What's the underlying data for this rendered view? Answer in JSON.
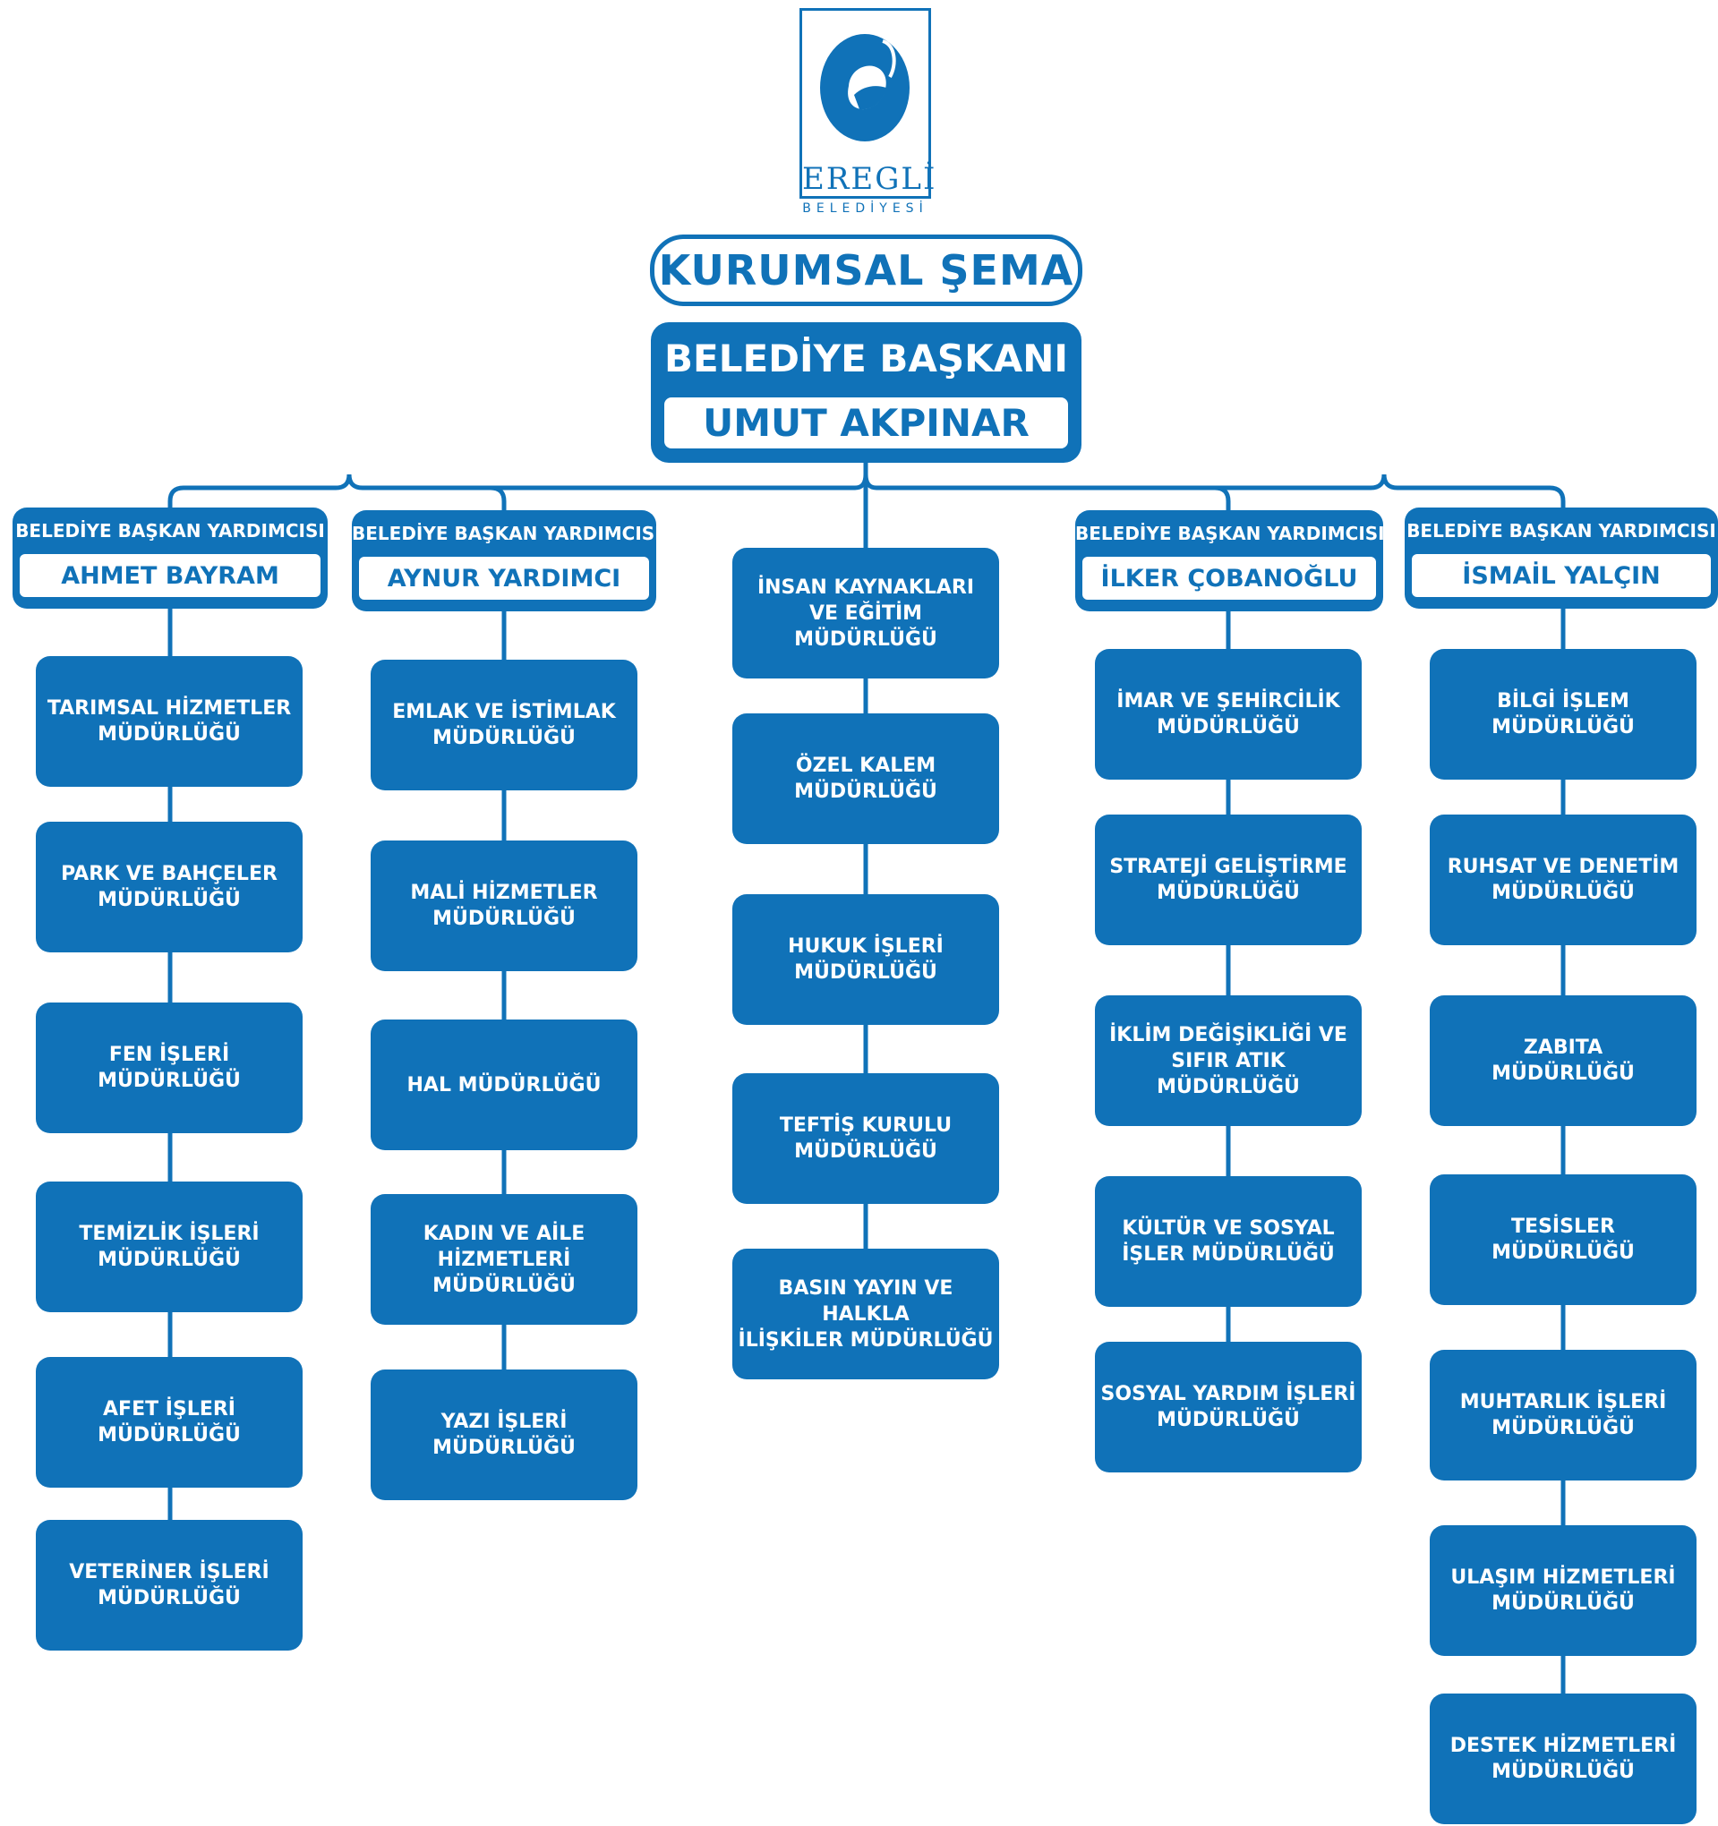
{
  "logo": {
    "wordmark": "EREGLİ",
    "subtitle": "BELEDİYESİ"
  },
  "title": "KURUMSAL ŞEMA",
  "mayor": {
    "role": "BELEDİYE BAŞKANI",
    "name": "UMUT AKPINAR"
  },
  "colors": {
    "primary": "#1072b8",
    "background": "#ffffff",
    "text_on_primary": "#ffffff"
  },
  "deputies": [
    {
      "role": "BELEDİYE BAŞKAN YARDIMCISI",
      "name": "AHMET BAYRAM"
    },
    {
      "role": "BELEDİYE BAŞKAN YARDIMCISI",
      "name": "AYNUR YARDIMCI"
    },
    {
      "role": "BELEDİYE BAŞKAN YARDIMCISI V.",
      "name": "İLKER ÇOBANOĞLU"
    },
    {
      "role": "BELEDİYE BAŞKAN YARDIMCISI",
      "name": "İSMAİL YALÇIN"
    }
  ],
  "columns": [
    {
      "departments": [
        "TARIMSAL HİZMETLER\nMÜDÜRLÜĞÜ",
        "PARK VE BAHÇELER\nMÜDÜRLÜĞÜ",
        "FEN İŞLERİ\nMÜDÜRLÜĞÜ",
        "TEMİZLİK İŞLERİ\nMÜDÜRLÜĞÜ",
        "AFET İŞLERİ\nMÜDÜRLÜĞÜ",
        "VETERİNER İŞLERİ\nMÜDÜRLÜĞÜ"
      ]
    },
    {
      "departments": [
        "EMLAK VE İSTİMLAK\nMÜDÜRLÜĞÜ",
        "MALİ HİZMETLER\nMÜDÜRLÜĞÜ",
        "HAL MÜDÜRLÜĞÜ",
        "KADIN VE AİLE HİZMETLERİ\nMÜDÜRLÜĞÜ",
        "YAZI İŞLERİ\nMÜDÜRLÜĞÜ"
      ]
    },
    {
      "departments": [
        "İNSAN KAYNAKLARI\nVE EĞİTİM MÜDÜRLÜĞÜ",
        "ÖZEL KALEM\nMÜDÜRLÜĞÜ",
        "HUKUK İŞLERİ\nMÜDÜRLÜĞÜ",
        "TEFTİŞ KURULU\nMÜDÜRLÜĞÜ",
        "BASIN YAYIN VE HALKLA\nİLİŞKİLER MÜDÜRLÜĞÜ"
      ]
    },
    {
      "departments": [
        "İMAR VE ŞEHİRCİLİK\nMÜDÜRLÜĞÜ",
        "STRATEJİ GELİŞTİRME\nMÜDÜRLÜĞÜ",
        "İKLİM DEĞİŞİKLİĞİ VE\nSIFIR ATIK MÜDÜRLÜĞÜ",
        "KÜLTÜR VE SOSYAL\nİŞLER MÜDÜRLÜĞÜ",
        "SOSYAL YARDIM İŞLERİ\nMÜDÜRLÜĞÜ"
      ]
    },
    {
      "departments": [
        "BİLGİ İŞLEM\nMÜDÜRLÜĞÜ",
        "RUHSAT VE DENETİM\nMÜDÜRLÜĞÜ",
        "ZABITA\nMÜDÜRLÜĞÜ",
        "TESİSLER\nMÜDÜRLÜĞÜ",
        "MUHTARLIK İŞLERİ\nMÜDÜRLÜĞÜ",
        "ULAŞIM HİZMETLERİ\nMÜDÜRLÜĞÜ",
        "DESTEK HİZMETLERİ\nMÜDÜRLÜĞÜ"
      ]
    }
  ]
}
